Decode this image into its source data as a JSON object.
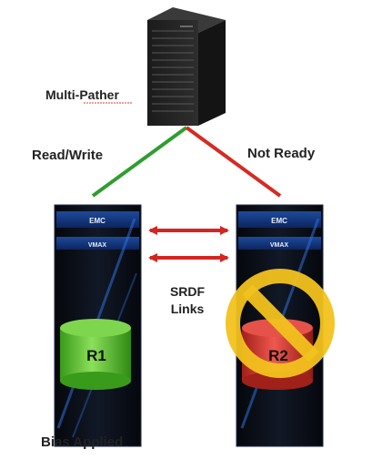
{
  "labels": {
    "multipather": "Multi-Pather",
    "read_write": "Read/Write",
    "not_ready": "Not Ready",
    "srdf_line1": "SRDF",
    "srdf_line2": "Links",
    "bias": "Bias Applied"
  },
  "arrays": {
    "left": {
      "brand": "EMC",
      "model": "VMAX",
      "disk": "R1",
      "disk_color": "#5ecb2a"
    },
    "right": {
      "brand": "EMC",
      "model": "VMAX",
      "disk": "R2",
      "disk_color": "#e03a32"
    }
  },
  "colors": {
    "read_write_path": "#2f9e2f",
    "not_ready_path": "#d62a22",
    "srdf_arrows": "#d32620",
    "no_symbol": "#f2c21d"
  }
}
